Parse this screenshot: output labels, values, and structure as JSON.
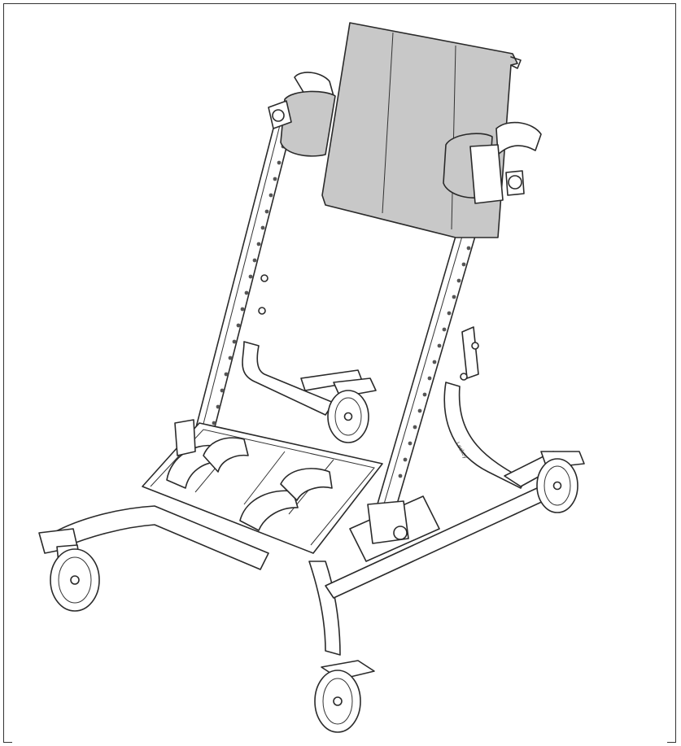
{
  "figure": {
    "subject": "stander-frame-illustration",
    "colors": {
      "outline": "#2a2a2a",
      "backrest_fill": "#c8c8c8",
      "background": "#ffffff"
    },
    "branding_text": "Leckey",
    "frame_badge_text": "Leckey"
  }
}
